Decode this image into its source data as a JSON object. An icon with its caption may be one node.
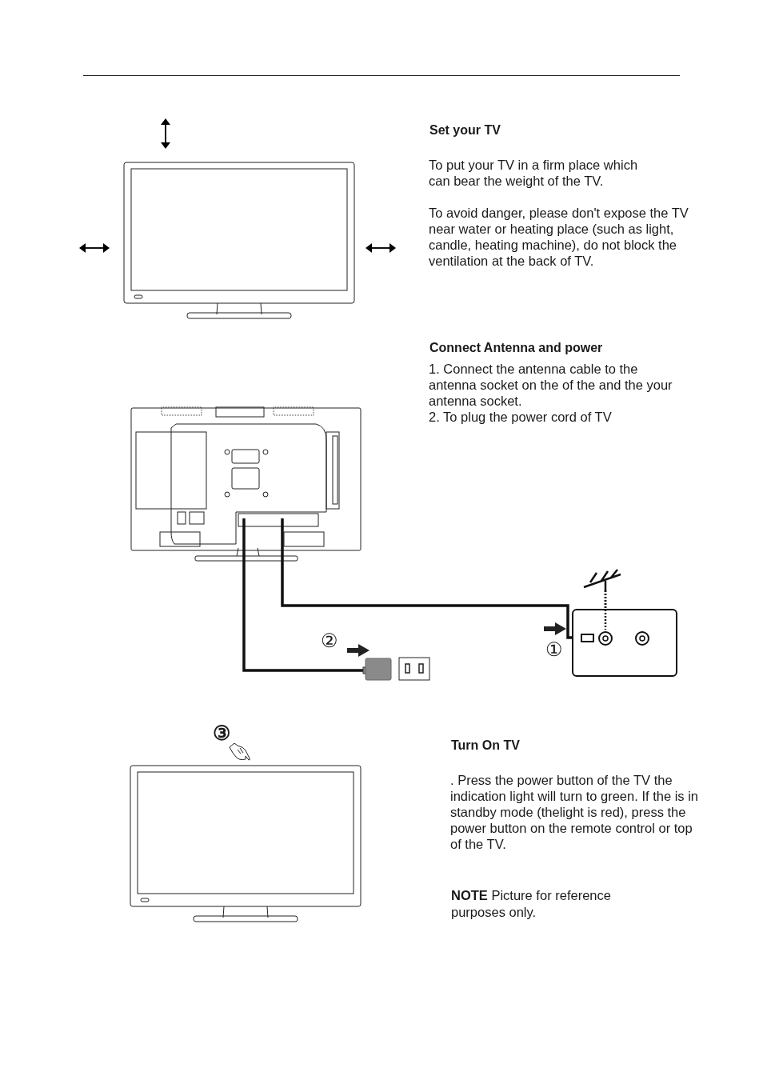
{
  "diagram": {
    "nodes": [
      {
        "text": [],
        "shape": "picture"
      },
      {
        "text": [],
        "shape": "picture"
      },
      {
        "text": [],
        "shape": "picture"
      }
    ],
    "edges": [
      {
        "from": 0,
        "to": 2,
        "arrow": "none"
      },
      {
        "from": 0,
        "to": 1,
        "arrow": "none"
      }
    ],
    "labels": [
      "Set your TV",
      "To put your TV in a firm place which can bear the weight of the TV.",
      "To avoid danger, please don't expose the TV near water or heating place (such as light, candle, heating machine), do not block the ventilation at the back of TV.",
      "Connect Antenna and power",
      "1. Connect the antenna cable to the antenna socket on the of the and the your antenna socket.",
      "2. To plug the power cord of TV",
      "②",
      "①",
      "③",
      "Turn On TV",
      ". Press the power button of the TV the indication light will turn to green. If the is in standby mode (thelight is red), press the power button on the remote control or top of the TV.",
      "**NOTE** Picture for reference purposes only."
    ]
  }
}
